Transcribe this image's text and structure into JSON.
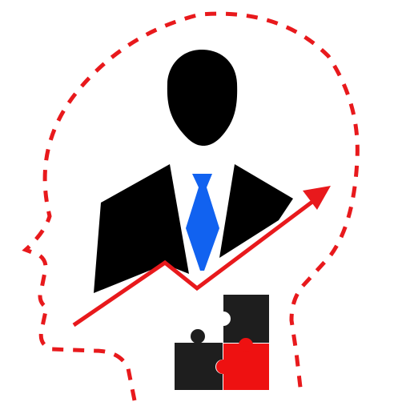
{
  "illustration": {
    "head_outline_icon": "dashed-head-profile",
    "person_icon": "businessman-silhouette",
    "trend_icon": "rising-arrow",
    "puzzle_icon": "puzzle-pieces",
    "colors": {
      "outline": "#e8191c",
      "silhouette": "#000000",
      "tie": "#1162f0",
      "arrow": "#e8191c",
      "puzzle_dark": "#1e1e1e",
      "puzzle_red": "#ee1111",
      "background": "#ffffff"
    }
  }
}
